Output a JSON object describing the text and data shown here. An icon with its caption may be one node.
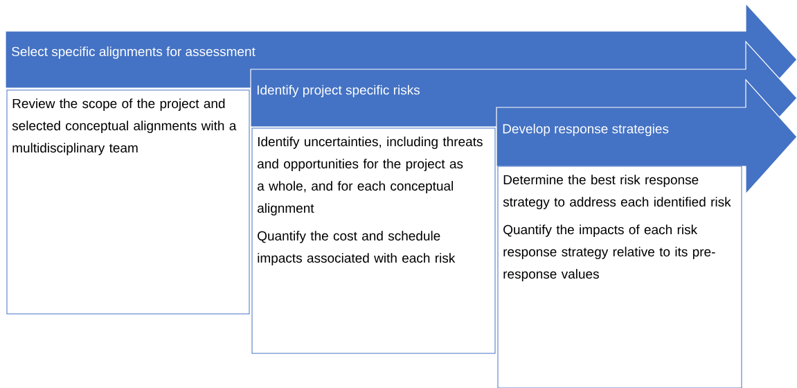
{
  "diagram": {
    "nodes": [
      {
        "text": [
          "Select specific alignments for assessment"
        ]
      },
      {
        "text": [
          "Review the scope of the project and selected conceptual alignments with a multidisciplinary team"
        ]
      },
      {
        "text": [
          "Identify project specific risks"
        ]
      },
      {
        "text": [
          "Identify uncertainties, including threats and opportunities for the project as a whole, and for each conceptual alignment",
          "Quantify the cost and schedule impacts associated with each risk"
        ]
      },
      {
        "text": [
          "Develop response strategies"
        ]
      },
      {
        "text": [
          "Determine the best risk response strategy to address each identified risk",
          "Quantify the impacts of each risk response strategy relative to its pre-response values"
        ]
      }
    ]
  }
}
